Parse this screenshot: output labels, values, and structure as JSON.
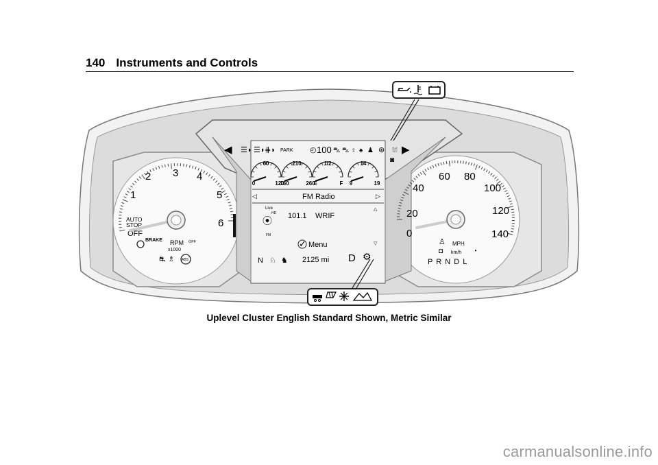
{
  "header": {
    "page_number": "140",
    "section_title": "Instruments and Controls"
  },
  "caption": "Uplevel Cluster English Standard Shown, Metric Similar",
  "watermark": "carmanualsonline.info",
  "tach": {
    "numbers": [
      "1",
      "2",
      "3",
      "4",
      "5",
      "6"
    ],
    "auto_stop": "AUTO\nSTOP",
    "off": "OFF",
    "brake": "BRAKE",
    "rpm": "RPM",
    "x1000": "x1000",
    "indicator_off": "OFF"
  },
  "speedo": {
    "numbers": [
      "0",
      "20",
      "40",
      "60",
      "80",
      "100",
      "120",
      "140"
    ],
    "mph": "MPH",
    "kmh": "km/h",
    "prndl": "P R N D L"
  },
  "dic": {
    "park": "PARK",
    "cruise_speed": "100",
    "gauges": [
      {
        "mid": "60",
        "left": "0",
        "right": "120"
      },
      {
        "mid": "210",
        "left": "160",
        "right": "260"
      },
      {
        "mid": "1/2",
        "left": "E",
        "right": "F"
      },
      {
        "mid": "14",
        "left": "9",
        "right": "19"
      }
    ],
    "source": "FM Radio",
    "live": "Live",
    "hd": "HD",
    "band": "FM",
    "station": "101.1",
    "station_name": "WRIF",
    "menu": "Menu",
    "gear_n": "N",
    "odometer": "2125 mi",
    "drive": "D"
  }
}
